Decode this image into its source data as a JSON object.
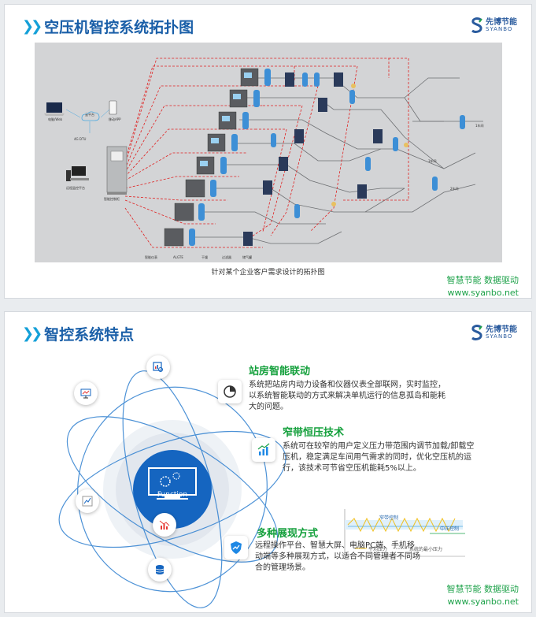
{
  "slide1": {
    "title": "空压机智控系统拓扑图",
    "caption": "针对某个企业客户需求设计的拓扑图",
    "topology_labels": {
      "cloud": "云平台",
      "laptop": "电脑/Web",
      "phone": "移动APP",
      "gateway": "4G DTU",
      "monitor": "远程监控平台",
      "cabinet": "智能控制柜",
      "bottom_1": "智能仪表",
      "bottom_2": "ALGTE",
      "bottom_3": "干燥",
      "bottom_4": "过滤器",
      "bottom_5": "储气罐",
      "right_1": "1车间",
      "right_2": "2车间",
      "right_3": "3车间"
    }
  },
  "slide2": {
    "title": "智控系统特点",
    "function_label": "Function",
    "features": [
      {
        "title": "站房智能联动",
        "desc_lines": [
          "系统把站房内动力设备和仪器仪表全部联网，实时监控，",
          "以系统智能联动的方式来解决单机运行的信息孤岛和能耗",
          "大的问题。"
        ]
      },
      {
        "title": "窄带恒压技术",
        "desc_lines": [
          "系统可在较窄的用户定义压力带范围内调节加载/卸载空",
          "压机，稳定满足车间用气需求的同时，优化空压机的运",
          "行，该技术可节省空压机能耗5%以上。"
        ]
      },
      {
        "title": "多种展现方式",
        "desc_lines": [
          "远程操作平台、智慧大屏、电脑PC端、手机移",
          "动端等多种展现方式，以适合不同管理者不同场",
          "合的管理场景。"
        ]
      }
    ],
    "chart_labels": {
      "band": "窄带控制",
      "middle": "中压控制",
      "legend_1": "平均压力",
      "legend_2": "系统的最小压力"
    }
  },
  "logo": {
    "cn": "先博节能",
    "en": "SYANBO"
  },
  "brand": {
    "slogan": "智慧节能 数据驱动",
    "url": "www.syanbo.net"
  },
  "colors": {
    "title_blue": "#1a5fa8",
    "accent_green": "#1ea24a",
    "chevron": "#14a0d8",
    "dashed_red": "#e02020"
  }
}
